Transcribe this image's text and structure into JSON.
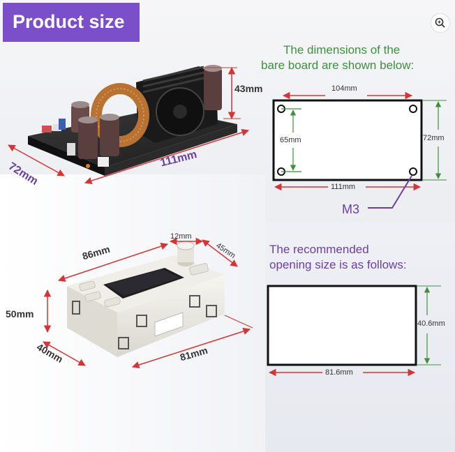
{
  "title": "Product size",
  "icons": {
    "search": "zoom-magnifier-icon"
  },
  "bare_board": {
    "heading_line1": "The dimensions of the",
    "heading_line2": "bare board are shown below:",
    "width_top": "104mm",
    "height_inner": "65mm",
    "height_outer": "72mm",
    "width_bottom": "111mm",
    "screw": "M3"
  },
  "pcb_photo": {
    "height": "43mm",
    "depth": "72mm",
    "length": "111mm"
  },
  "module": {
    "width": "86mm",
    "knob": "12mm",
    "angle": "45mm",
    "height": "50mm",
    "depth": "40mm",
    "length": "81mm"
  },
  "opening": {
    "heading_line1": "The recommended",
    "heading_line2": "opening size is as follows:",
    "height": "40.6mm",
    "width": "81.6mm"
  },
  "colors": {
    "title_bg": "#7b4fc9",
    "heading_green": "#3f8f3f",
    "heading_purple": "#6b3fa0",
    "arrow_red": "#d63434"
  }
}
